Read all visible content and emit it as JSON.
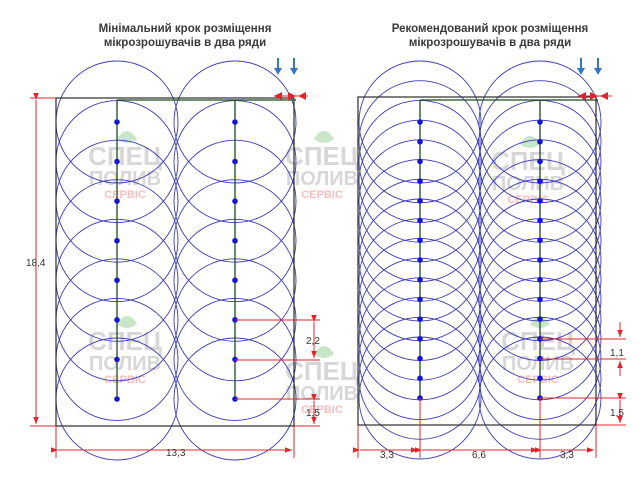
{
  "colors": {
    "circle": "#3b3bb5",
    "emitter": "#1515d8",
    "pipe": "#1b4d1b",
    "frame": "#2b2b2b",
    "dimension": "#e0262c",
    "flow_arrow": "#2f78c4",
    "watermark": "#b8b8b8",
    "watermark_red": "#f08a8a",
    "watermark_leaf": "#9ed39e"
  },
  "watermark": {
    "line1": "СПЕЦ",
    "line2": "ПОЛИВ",
    "line3": "СЕРВІС"
  },
  "left": {
    "title_line1": "Мінімальний крок розміщення",
    "title_line2": "мікрозрошувачів в два ряди",
    "dims": {
      "height": "18,4",
      "width": "13,3",
      "step": "2,2",
      "edge": "1,5"
    },
    "emitters_per_row": 8
  },
  "right": {
    "title_line1": "Рекомендований крок розміщення",
    "title_line2": "мікрозрошувачів в два ряди",
    "dims": {
      "left_gap": "3,3",
      "row_spacing": "6,6",
      "right_gap": "3,3",
      "step": "1,1",
      "edge": "1,5"
    },
    "emitters_per_row": 15
  }
}
